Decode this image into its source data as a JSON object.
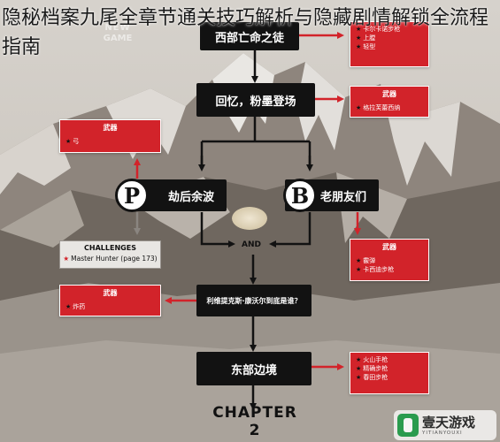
{
  "page_title": "隐秘档案九尾全章节通关技巧解析与隐藏剧情解锁全流程指南",
  "logo_text": [
    "NEW",
    "GAME"
  ],
  "nodes": {
    "top": "西部亡命之徒",
    "memories": "回忆，粉墨登场",
    "p_branch": "劫后余波",
    "b_branch": "老朋友们",
    "question": "利维提克斯·康沃尔到底是谁？",
    "east": "东部边境",
    "chapter": "CHAPTER 2"
  },
  "badges": {
    "p": "P",
    "b": "B"
  },
  "and_label": "AND",
  "red_boxes": {
    "top_right": {
      "header": "",
      "items": [
        "卡尔卡诺步枪",
        "上膛",
        "轻型"
      ]
    },
    "memories_right": {
      "header": "武器",
      "items": [
        "格拉芙蕾西纳"
      ]
    },
    "left_upper": {
      "header": "武器",
      "items": [
        "弓"
      ]
    },
    "b_right": {
      "header": "武器",
      "items": [
        "霰弹",
        "卡西迪步枪"
      ]
    },
    "left_lower": {
      "header": "武器",
      "items": [
        "炸药"
      ]
    },
    "east_right": {
      "header": "",
      "items": [
        "火山手枪",
        "精确步枪",
        "春田步枪"
      ]
    }
  },
  "challenges": {
    "header": "CHALLENGES",
    "item": "Master Hunter (page 173)"
  },
  "watermark": {
    "name": "壹天游戏",
    "sub": "YITIANYOUXI"
  },
  "colors": {
    "node": "#121212",
    "red": "#d2232a",
    "arrow_red": "#d2232a",
    "arrow_black": "#121212"
  }
}
